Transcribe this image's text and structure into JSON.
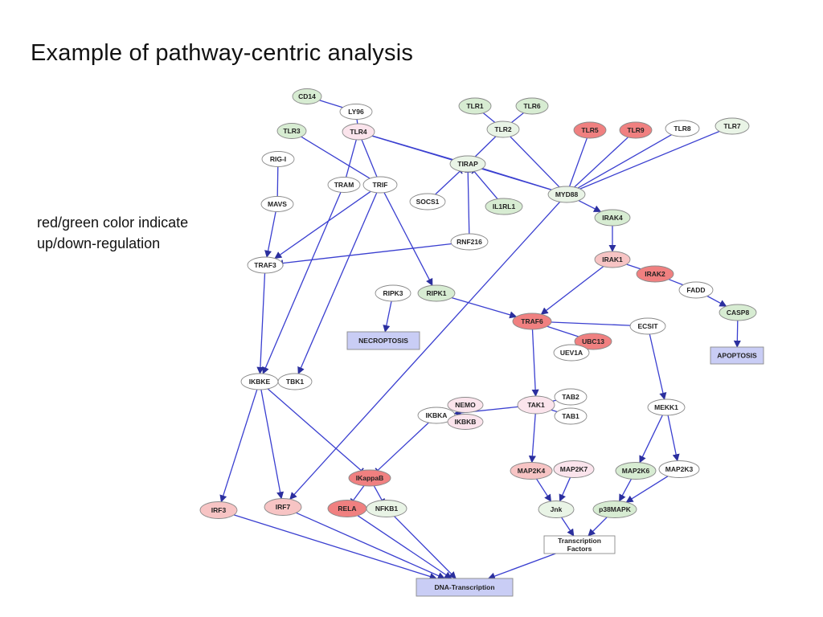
{
  "title": "Example of pathway-centric analysis",
  "note": {
    "line1": "red/green color indicate",
    "line2": "up/down-regulation"
  },
  "colors": {
    "edge": "#3a3fd0",
    "node_stroke": "#8a8a8a",
    "white": "#ffffff",
    "green": "#d7ecd2",
    "light_green": "#e9f4e6",
    "red": "#f08080",
    "light_red": "#f7c4c4",
    "pink": "#fbe4ec",
    "outcome": "#c9cdf5"
  },
  "nodes": [
    {
      "id": "CD14",
      "label": "CD14",
      "fill": "green"
    },
    {
      "id": "LY96",
      "label": "LY96",
      "fill": "white"
    },
    {
      "id": "TLR3",
      "label": "TLR3",
      "fill": "green"
    },
    {
      "id": "TLR4",
      "label": "TLR4",
      "fill": "pink"
    },
    {
      "id": "RIG-I",
      "label": "RIG-I",
      "fill": "white"
    },
    {
      "id": "TRAM",
      "label": "TRAM",
      "fill": "white"
    },
    {
      "id": "TRIF",
      "label": "TRIF",
      "fill": "white"
    },
    {
      "id": "MAVS",
      "label": "MAVS",
      "fill": "white"
    },
    {
      "id": "TRAF3",
      "label": "TRAF3",
      "fill": "white"
    },
    {
      "id": "TLR1",
      "label": "TLR1",
      "fill": "green"
    },
    {
      "id": "TLR6",
      "label": "TLR6",
      "fill": "green"
    },
    {
      "id": "TLR2",
      "label": "TLR2",
      "fill": "light_green"
    },
    {
      "id": "TIRAP",
      "label": "TIRAP",
      "fill": "light_green"
    },
    {
      "id": "SOCS1",
      "label": "SOCS1",
      "fill": "white"
    },
    {
      "id": "IL1RL1",
      "label": "IL1RL1",
      "fill": "green"
    },
    {
      "id": "RNF216",
      "label": "RNF216",
      "fill": "white"
    },
    {
      "id": "TLR5",
      "label": "TLR5",
      "fill": "red"
    },
    {
      "id": "TLR9",
      "label": "TLR9",
      "fill": "red"
    },
    {
      "id": "TLR8",
      "label": "TLR8",
      "fill": "white"
    },
    {
      "id": "TLR7",
      "label": "TLR7",
      "fill": "light_green"
    },
    {
      "id": "MYD88",
      "label": "MYD88",
      "fill": "light_green"
    },
    {
      "id": "IRAK4",
      "label": "IRAK4",
      "fill": "green"
    },
    {
      "id": "IRAK1",
      "label": "IRAK1",
      "fill": "light_red"
    },
    {
      "id": "IRAK2",
      "label": "IRAK2",
      "fill": "red"
    },
    {
      "id": "FADD",
      "label": "FADD",
      "fill": "white"
    },
    {
      "id": "CASP8",
      "label": "CASP8",
      "fill": "green"
    },
    {
      "id": "RIPK3",
      "label": "RIPK3",
      "fill": "white"
    },
    {
      "id": "RIPK1",
      "label": "RIPK1",
      "fill": "green"
    },
    {
      "id": "TRAF6",
      "label": "TRAF6",
      "fill": "red"
    },
    {
      "id": "UBC13",
      "label": "UBC13",
      "fill": "red"
    },
    {
      "id": "UEV1A",
      "label": "UEV1A",
      "fill": "white"
    },
    {
      "id": "ECSIT",
      "label": "ECSIT",
      "fill": "white"
    },
    {
      "id": "IKBKE",
      "label": "IKBKE",
      "fill": "white"
    },
    {
      "id": "TBK1",
      "label": "TBK1",
      "fill": "white"
    },
    {
      "id": "NEMO",
      "label": "NEMO",
      "fill": "pink"
    },
    {
      "id": "IKBKA",
      "label": "IKBKA",
      "fill": "white"
    },
    {
      "id": "IKBKB",
      "label": "IKBKB",
      "fill": "pink"
    },
    {
      "id": "TAK1",
      "label": "TAK1",
      "fill": "pink"
    },
    {
      "id": "TAB2",
      "label": "TAB2",
      "fill": "white"
    },
    {
      "id": "TAB1",
      "label": "TAB1",
      "fill": "white"
    },
    {
      "id": "MEKK1",
      "label": "MEKK1",
      "fill": "white"
    },
    {
      "id": "IKappaB",
      "label": "IKappaB",
      "fill": "red"
    },
    {
      "id": "MAP2K4",
      "label": "MAP2K4",
      "fill": "light_red"
    },
    {
      "id": "MAP2K7",
      "label": "MAP2K7",
      "fill": "pink"
    },
    {
      "id": "MAP2K6",
      "label": "MAP2K6",
      "fill": "green"
    },
    {
      "id": "MAP2K3",
      "label": "MAP2K3",
      "fill": "white"
    },
    {
      "id": "IRF3",
      "label": "IRF3",
      "fill": "light_red"
    },
    {
      "id": "IRF7",
      "label": "IRF7",
      "fill": "light_red"
    },
    {
      "id": "RELA",
      "label": "RELA",
      "fill": "red"
    },
    {
      "id": "NFKB1",
      "label": "NFKB1",
      "fill": "light_green"
    },
    {
      "id": "Jnk",
      "label": "Jnk",
      "fill": "light_green"
    },
    {
      "id": "p38MAPK",
      "label": "p38MAPK",
      "fill": "green"
    }
  ],
  "boxes": [
    {
      "id": "NECROPTOSIS",
      "label": "NECROPTOSIS",
      "fill": "outcome"
    },
    {
      "id": "APOPTOSIS",
      "label": "APOPTOSIS",
      "fill": "outcome"
    },
    {
      "id": "TranscriptionFactors",
      "label": "Transcription",
      "label2": "Factors",
      "fill": "white"
    },
    {
      "id": "DNA",
      "label": "DNA-Transcription",
      "fill": "outcome"
    }
  ],
  "edges": [
    [
      "CD14",
      "LY96",
      "line"
    ],
    [
      "LY96",
      "TLR4",
      "line"
    ],
    [
      "TLR3",
      "TRIF",
      "line"
    ],
    [
      "TLR4",
      "TRAM",
      "line"
    ],
    [
      "TLR4",
      "TRIF",
      "line"
    ],
    [
      "TLR4",
      "TIRAP",
      "line"
    ],
    [
      "TLR4",
      "MYD88",
      "line"
    ],
    [
      "RIG-I",
      "MAVS",
      "line"
    ],
    [
      "MAVS",
      "TRAF3",
      "arrow"
    ],
    [
      "TRIF",
      "TRAF3",
      "arrow"
    ],
    [
      "TRIF",
      "TBK1",
      "arrow"
    ],
    [
      "TRIF",
      "RIPK1",
      "arrow"
    ],
    [
      "TRAM",
      "IKBKE",
      "arrow"
    ],
    [
      "TRAF3",
      "IKBKE",
      "arrow"
    ],
    [
      "TLR1",
      "TLR2",
      "line"
    ],
    [
      "TLR6",
      "TLR2",
      "line"
    ],
    [
      "TLR2",
      "TIRAP",
      "line"
    ],
    [
      "TLR2",
      "MYD88",
      "line"
    ],
    [
      "TIRAP",
      "MYD88",
      "line"
    ],
    [
      "SOCS1",
      "TIRAP",
      "inhibit"
    ],
    [
      "IL1RL1",
      "TIRAP",
      "inhibit"
    ],
    [
      "RNF216",
      "TIRAP",
      "inhibit"
    ],
    [
      "RNF216",
      "TRAF3",
      "inhibit"
    ],
    [
      "TLR5",
      "MYD88",
      "line"
    ],
    [
      "TLR9",
      "MYD88",
      "line"
    ],
    [
      "TLR8",
      "MYD88",
      "line"
    ],
    [
      "TLR7",
      "MYD88",
      "line"
    ],
    [
      "MYD88",
      "IRAK4",
      "arrow"
    ],
    [
      "MYD88",
      "IRF7",
      "arrow"
    ],
    [
      "IRAK4",
      "IRAK1",
      "arrow"
    ],
    [
      "IRAK1",
      "IRAK2",
      "line"
    ],
    [
      "IRAK1",
      "TRAF6",
      "arrow"
    ],
    [
      "IRAK2",
      "FADD",
      "line"
    ],
    [
      "FADD",
      "CASP8",
      "arrow"
    ],
    [
      "CASP8",
      "APOPTOSIS",
      "arrow"
    ],
    [
      "RIPK3",
      "NECROPTOSIS",
      "arrow"
    ],
    [
      "RIPK1",
      "TRAF6",
      "arrow"
    ],
    [
      "TRAF6",
      "UBC13",
      "line"
    ],
    [
      "UBC13",
      "UEV1A",
      "line"
    ],
    [
      "TRAF6",
      "ECSIT",
      "line"
    ],
    [
      "TRAF6",
      "TAK1",
      "arrow"
    ],
    [
      "ECSIT",
      "MEKK1",
      "arrow"
    ],
    [
      "TAK1",
      "IKBKA",
      "arrow"
    ],
    [
      "TAK1",
      "TAB2",
      "line"
    ],
    [
      "TAK1",
      "TAB1",
      "line"
    ],
    [
      "TAK1",
      "MAP2K4",
      "arrow"
    ],
    [
      "MEKK1",
      "MAP2K6",
      "arrow"
    ],
    [
      "MEKK1",
      "MAP2K3",
      "arrow"
    ],
    [
      "IKBKA",
      "IKappaB",
      "inhibit"
    ],
    [
      "IKBKE",
      "IKappaB",
      "inhibit"
    ],
    [
      "IKBKE",
      "IRF3",
      "arrow"
    ],
    [
      "IKBKE",
      "IRF7",
      "arrow"
    ],
    [
      "IKappaB",
      "RELA",
      "inhibit"
    ],
    [
      "IKappaB",
      "NFKB1",
      "inhibit"
    ],
    [
      "MAP2K4",
      "Jnk",
      "arrow"
    ],
    [
      "MAP2K7",
      "Jnk",
      "arrow"
    ],
    [
      "MAP2K6",
      "p38MAPK",
      "arrow"
    ],
    [
      "MAP2K3",
      "p38MAPK",
      "arrow"
    ],
    [
      "Jnk",
      "TranscriptionFactors",
      "arrow"
    ],
    [
      "p38MAPK",
      "TranscriptionFactors",
      "arrow"
    ],
    [
      "TranscriptionFactors",
      "DNA",
      "arrow"
    ],
    [
      "IRF3",
      "DNA",
      "arrow"
    ],
    [
      "IRF7",
      "DNA",
      "arrow"
    ],
    [
      "RELA",
      "DNA",
      "arrow"
    ],
    [
      "NFKB1",
      "DNA",
      "arrow"
    ]
  ]
}
